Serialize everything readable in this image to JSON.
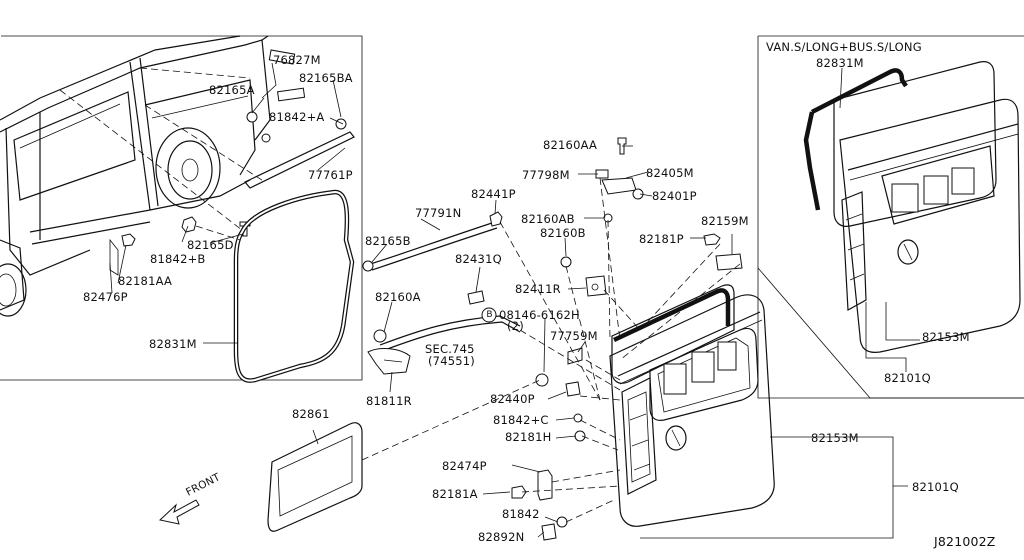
{
  "diagram": {
    "code": "J821002Z",
    "variant_note": "VAN.S/LONG+BUS.S/LONG",
    "front_label": "FRONT",
    "callouts": {
      "p76827M": "76827M",
      "p82165BA": "82165BA",
      "p82165A": "82165A",
      "p81842A": "81842+A",
      "p77761P": "77761P",
      "p82165D": "82165D",
      "p81842B": "81842+B",
      "p82181AA": "82181AA",
      "p82476P": "82476P",
      "p82831M_left": "82831M",
      "p82441P": "82441P",
      "p77791N": "77791N",
      "p82165B": "82165B",
      "p82431Q": "82431Q",
      "p82160A": "82160A",
      "p82160AA": "82160AA",
      "p77798M": "77798M",
      "p82405M": "82405M",
      "p82401P": "82401P",
      "p82160AB": "82160AB",
      "p82160B": "82160B",
      "p82159M": "82159M",
      "p82181P": "82181P",
      "p82411R": "82411R",
      "p08146": "08146-6162H",
      "p08146_qty": "(2)",
      "p08146_badge": "B",
      "p77759M": "77759M",
      "sec745": "SEC.745",
      "sec745_ref": "(74551)",
      "p81811R": "81811R",
      "p82440P": "82440P",
      "p81842C": "81842+C",
      "p82181H": "82181H",
      "p82861": "82861",
      "p82153M_main": "82153M",
      "p82101Q_main": "82101Q",
      "p82474P": "82474P",
      "p82181A": "82181A",
      "p81842": "81842",
      "p82892N": "82892N",
      "p82831M_right": "82831M",
      "p82153M_right": "82153M",
      "p82101Q_right": "82101Q"
    }
  }
}
